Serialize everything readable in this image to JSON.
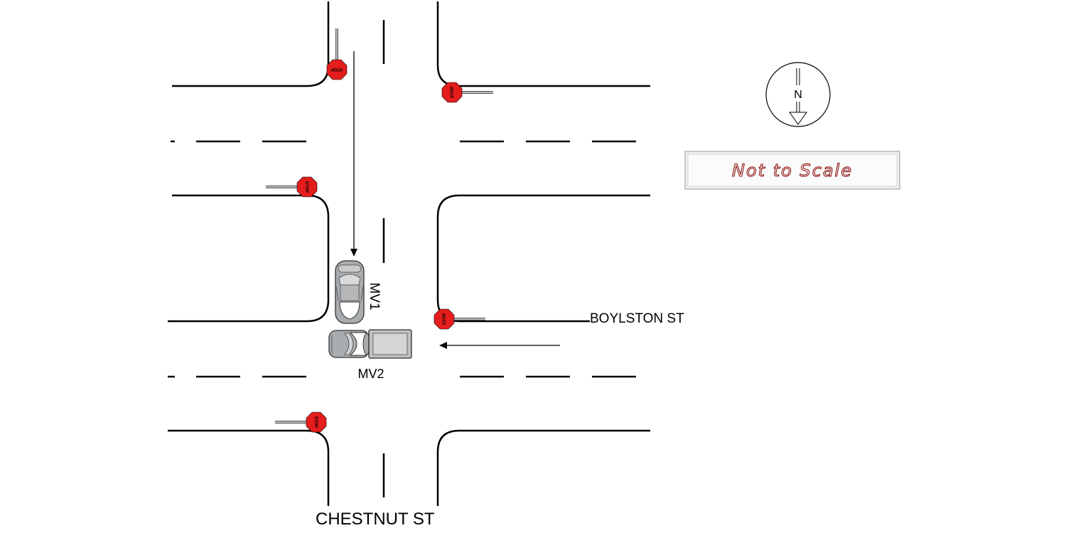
{
  "labels": {
    "street_east_west": "BOYLSTON ST",
    "street_north_south": "CHESTNUT ST",
    "vehicle_1": "MV1",
    "vehicle_2": "MV2",
    "north": "N",
    "scale_note": "Not to Scale"
  },
  "stop_sign_text": "STOP",
  "colors": {
    "stop_sign": "#e51d1d",
    "scale_text": "#8b1010",
    "vehicle": "#a9acaf",
    "vehicle_window": "#e8e8e8"
  }
}
